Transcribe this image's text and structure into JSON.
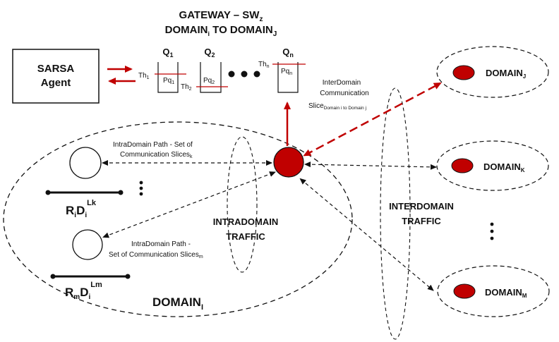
{
  "header": {
    "line1": "GATEWAY – SW",
    "line1_sub": "z",
    "line2_a": "DOMAIN",
    "line2_a_sub": "i",
    "line2_b": " TO DOMAIN",
    "line2_b_sub": "J"
  },
  "agent": {
    "line1": "SARSA",
    "line2": "Agent"
  },
  "queues": [
    {
      "q": "Q",
      "q_sub": "1",
      "th": "Th",
      "th_sub": "1",
      "pq": "Pq",
      "pq_sub": "1"
    },
    {
      "q": "Q",
      "q_sub": "2",
      "th": "Th",
      "th_sub": "2",
      "pq": "Pq",
      "pq_sub": "2"
    },
    {
      "q": "Q",
      "q_sub": "n",
      "th": "Th",
      "th_sub": "n",
      "pq": "Pq",
      "pq_sub": "n"
    }
  ],
  "interdomain_slice": {
    "line1": "InterDomain",
    "line2": "Communication",
    "line3": "Slice",
    "line3_sub": "Domain i to Domain j"
  },
  "intra_path_k": {
    "line1": "IntraDomain Path -  Set of",
    "line2": "Communication Slices",
    "line2_sub": "k"
  },
  "intra_path_m": {
    "line1": "IntraDomain Path -",
    "line2": "Set of Communication Slices",
    "line2_sub": "m"
  },
  "route_k": {
    "r": "R",
    "r_sub": "i",
    "d": "D",
    "d_sub": "i",
    "sup": "Lk"
  },
  "route_m": {
    "r": "R",
    "r_sub": "m",
    "d": "D",
    "d_sub": "i",
    "sup": "Lm"
  },
  "intradomain_traffic": {
    "line1": "INTRADOMAIN",
    "line2": "TRAFFIC"
  },
  "interdomain_traffic": {
    "line1": "INTERDOMAIN",
    "line2": "TRAFFIC"
  },
  "domain_i": {
    "label": "DOMAIN",
    "sub": "I"
  },
  "domains": [
    {
      "label": "DOMAIN",
      "sub": "J"
    },
    {
      "label": "DOMAIN",
      "sub": "K"
    },
    {
      "label": "DOMAIN",
      "sub": "M"
    }
  ],
  "colors": {
    "node_red": "#c00000",
    "arrow_red": "#c00000",
    "line": "#111111"
  }
}
